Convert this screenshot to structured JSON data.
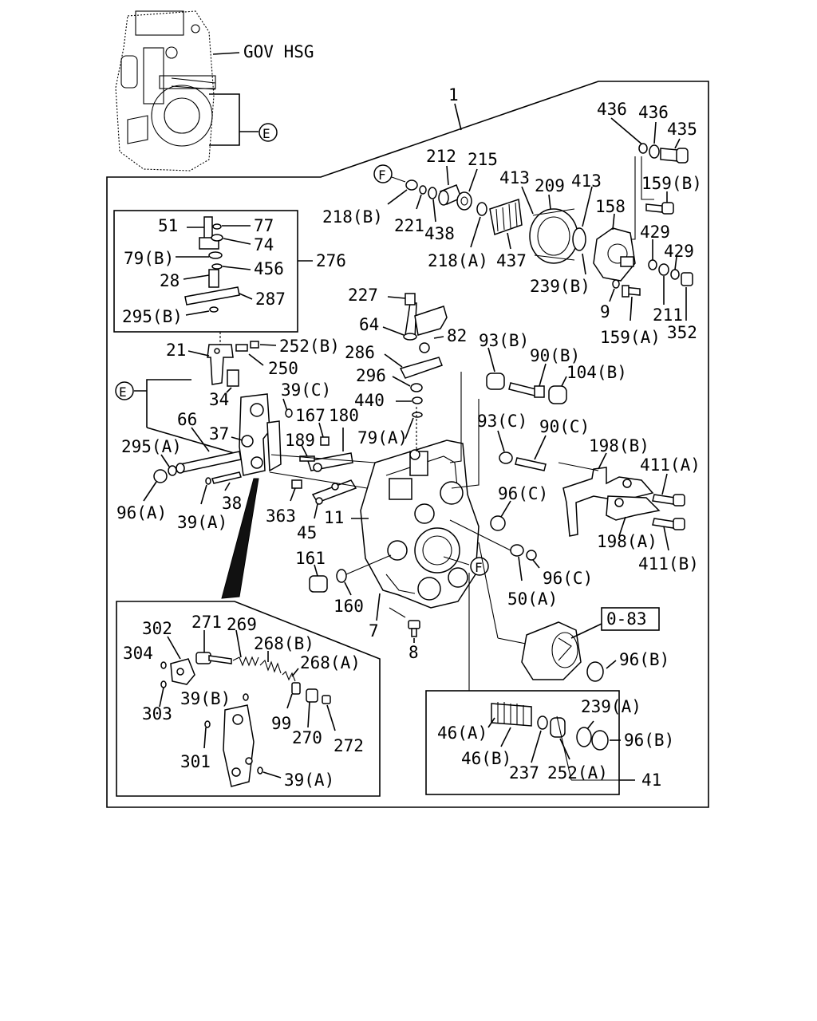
{
  "labels": {
    "gov_hsg": "GOV HSG",
    "E_top": "E",
    "E_left": "E",
    "F_top": "F",
    "F_mid": "F",
    "p1": "1",
    "p436a": "436",
    "p436b": "436",
    "p435": "435",
    "p212": "212",
    "p215": "215",
    "p413a": "413",
    "p209": "209",
    "p413b": "413",
    "p159b": "159(B)",
    "p218b": "218(B)",
    "p221": "221",
    "p438": "438",
    "p158": "158",
    "p429a": "429",
    "p429b": "429",
    "p218a": "218(A)",
    "p437": "437",
    "p239b": "239(B)",
    "p9": "9",
    "p211": "211",
    "p159a": "159(A)",
    "p352": "352",
    "p51": "51",
    "p77": "77",
    "p74": "74",
    "p79b": "79(B)",
    "p456": "456",
    "p276": "276",
    "p28": "28",
    "p287": "287",
    "p295b": "295(B)",
    "p227": "227",
    "p64": "64",
    "p82": "82",
    "p93b": "93(B)",
    "p90b": "90(B)",
    "p104b": "104(B)",
    "p21": "21",
    "p252b": "252(B)",
    "p286": "286",
    "p250": "250",
    "p296": "296",
    "p34": "34",
    "p39c": "39(C)",
    "p440": "440",
    "p66": "66",
    "p167": "167",
    "p180": "180",
    "p79a": "79(A)",
    "p37": "37",
    "p189": "189",
    "p93c": "93(C)",
    "p90c": "90(C)",
    "p198b": "198(B)",
    "p295a": "295(A)",
    "p411a": "411(A)",
    "p96a": "96(A)",
    "p39a": "39(A)",
    "p38": "38",
    "p363": "363",
    "p45": "45",
    "p11": "11",
    "p96c_top": "96(C)",
    "p198a": "198(A)",
    "p411b": "411(B)",
    "p161": "161",
    "p96c": "96(C)",
    "p50a": "50(A)",
    "p160": "160",
    "p7": "7",
    "p0_83": "0-83",
    "p8": "8",
    "p96b_top": "96(B)",
    "p302": "302",
    "p271": "271",
    "p269": "269",
    "p268b": "268(B)",
    "p304": "304",
    "p268a": "268(A)",
    "p303": "303",
    "p39b": "39(B)",
    "p99": "99",
    "p270": "270",
    "p272": "272",
    "p301": "301",
    "p39a_inset": "39(A)",
    "p239a": "239(A)",
    "p46a": "46(A)",
    "p96b": "96(B)",
    "p46b": "46(B)",
    "p237": "237",
    "p252a": "252(A)",
    "p41": "41"
  }
}
